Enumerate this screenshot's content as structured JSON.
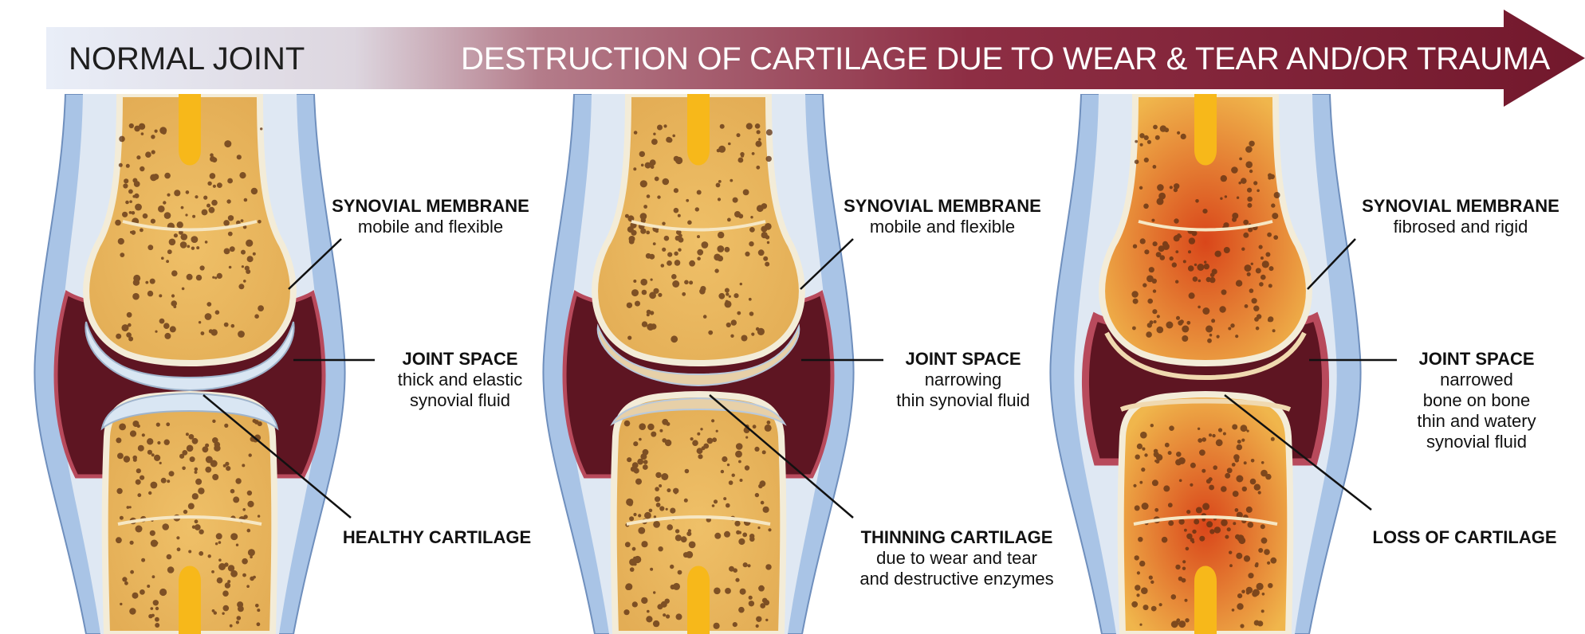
{
  "banner": {
    "left_title": "NORMAL JOINT",
    "right_title": "DESTRUCTION OF CARTILAGE DUE TO WEAR & TEAR AND/OR TRAUMA"
  },
  "colors": {
    "banner_start": "#e8eef8",
    "banner_end": "#7a1e32",
    "capsule": "#a9c4e6",
    "synovial_fluid": "#5e1522",
    "bone": "#e3ad55",
    "marrow": "#f7b81a",
    "cartilage": "#d9e6f3"
  },
  "panels": [
    {
      "membrane_title": "SYNOVIAL MEMBRANE",
      "membrane_desc": [
        "mobile and flexible"
      ],
      "space_title": "JOINT SPACE",
      "space_desc": [
        "thick and elastic",
        "synovial fluid"
      ],
      "cartilage_title": "HEALTHY CARTILAGE",
      "cartilage_desc": []
    },
    {
      "membrane_title": "SYNOVIAL MEMBRANE",
      "membrane_desc": [
        "mobile and flexible"
      ],
      "space_title": "JOINT SPACE",
      "space_desc": [
        "narrowing",
        "thin synovial fluid"
      ],
      "cartilage_title": "THINNING CARTILAGE",
      "cartilage_desc": [
        "due to wear and tear",
        "and destructive enzymes"
      ]
    },
    {
      "membrane_title": "SYNOVIAL MEMBRANE",
      "membrane_desc": [
        "fibrosed and rigid"
      ],
      "space_title": "JOINT SPACE",
      "space_desc": [
        "narrowed",
        "bone on bone",
        "thin and watery",
        "synovial fluid"
      ],
      "cartilage_title": "LOSS OF CARTILAGE",
      "cartilage_desc": []
    }
  ]
}
